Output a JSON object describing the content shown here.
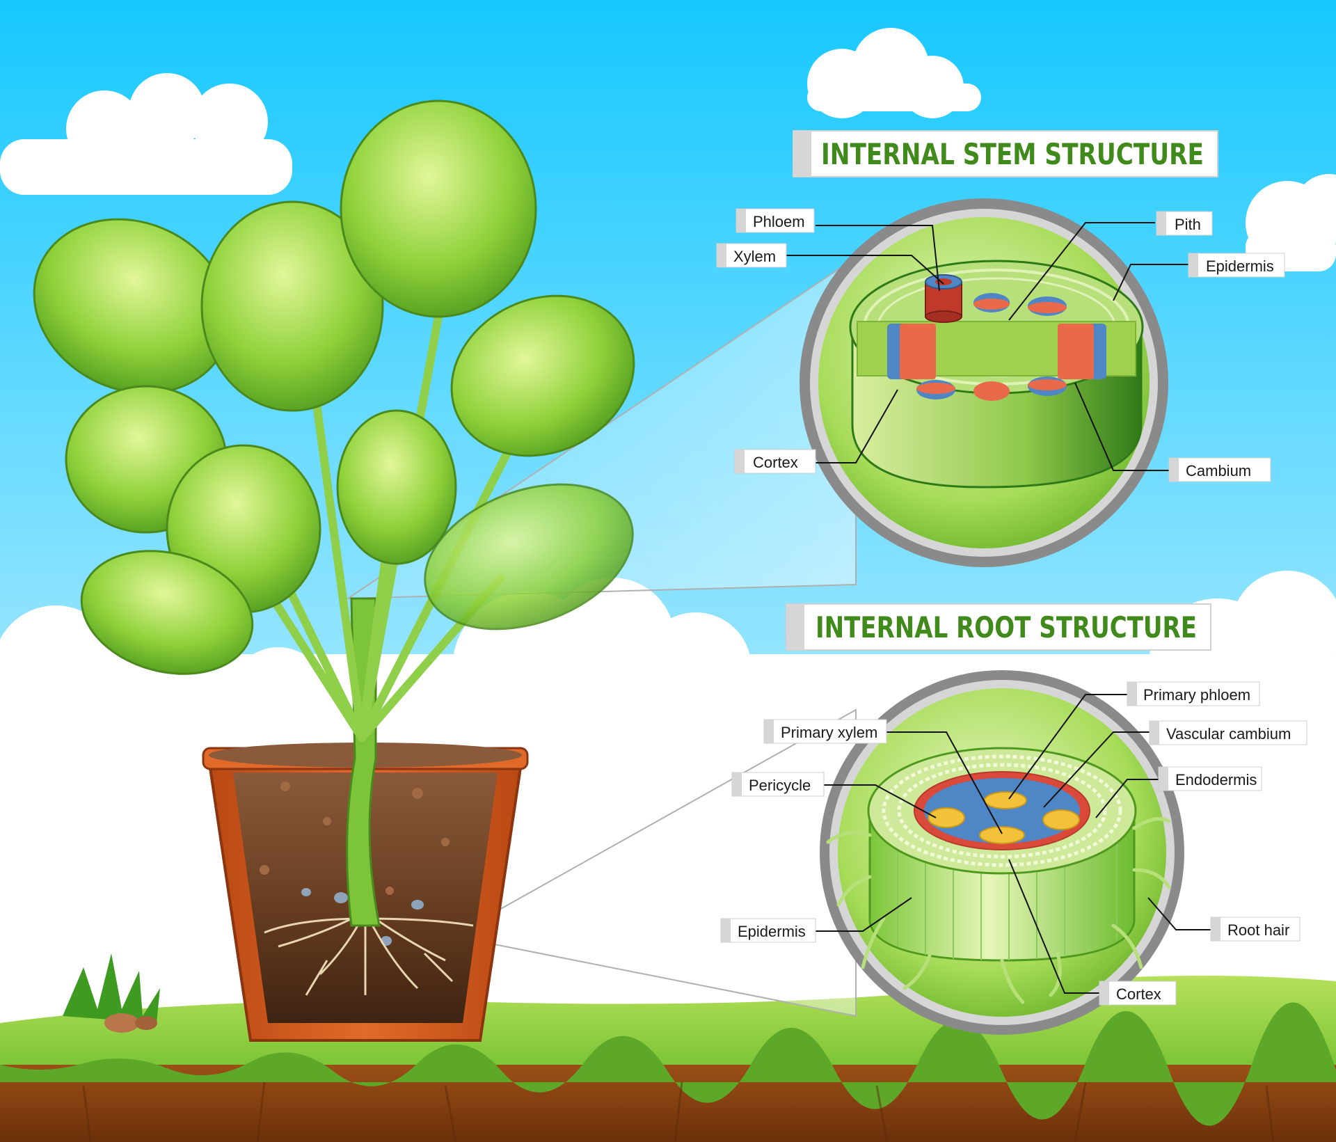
{
  "stem_section": {
    "title": "INTERNAL STEM STRUCTURE",
    "labels": {
      "phloem": "Phloem",
      "xylem": "Xylem",
      "pith": "Pith",
      "epidermis": "Epidermis",
      "cortex": "Cortex",
      "cambium": "Cambium"
    }
  },
  "root_section": {
    "title": "INTERNAL ROOT STRUCTURE",
    "labels": {
      "primary_phloem": "Primary phloem",
      "primary_xylem": "Primary xylem",
      "vascular_cambium": "Vascular cambium",
      "pericycle": "Pericycle",
      "endodermis": "Endodermis",
      "epidermis": "Epidermis",
      "root_hair": "Root hair",
      "cortex": "Cortex"
    }
  },
  "colors": {
    "sky_top": "#16c8ff",
    "sky_bottom": "#c9f1ff",
    "grass": "#8fd13f",
    "soil": "#8b4513",
    "pot": "#d2581e",
    "title_green": "#3f8a1a",
    "phloem_blue": "#4f86c6",
    "xylem_red": "#e86a4a",
    "root_yellow": "#f2c23a"
  }
}
